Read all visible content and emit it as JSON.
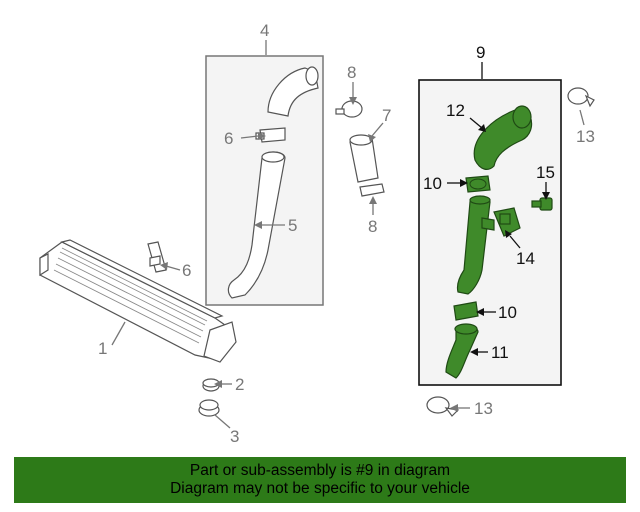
{
  "colors": {
    "highlight_green": "#3f8a2a",
    "banner_green": "#2d7a18",
    "gray_part": "#777777"
  },
  "callouts": {
    "c1": "1",
    "c2": "2",
    "c3": "3",
    "c4": "4",
    "c5": "5",
    "c6a": "6",
    "c6b": "6",
    "c7": "7",
    "c8a": "8",
    "c8b": "8",
    "c9": "9",
    "c10a": "10",
    "c10b": "10",
    "c11": "11",
    "c12": "12",
    "c13a": "13",
    "c13b": "13",
    "c14": "14",
    "c15": "15"
  },
  "banner": {
    "line1": "Part or sub-assembly is #9 in diagram",
    "line2": "Diagram may not be specific to your vehicle"
  }
}
